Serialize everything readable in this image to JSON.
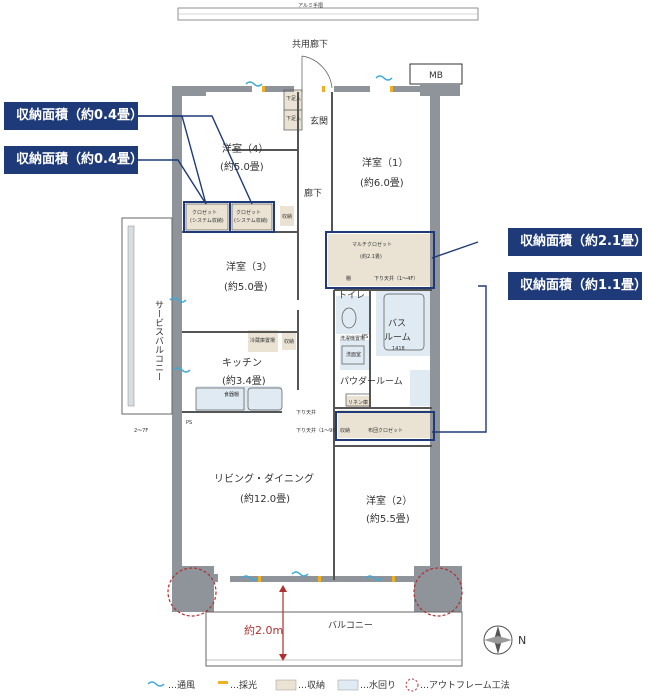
{
  "top": {
    "wall_label": "アルミ手摺",
    "corridor": "共用廊下",
    "mb": "MB"
  },
  "rooms": {
    "west4": {
      "name": "洋室（4）",
      "size": "(約5.0畳)"
    },
    "west1": {
      "name": "洋室（1）",
      "size": "(約6.0畳)"
    },
    "west3": {
      "name": "洋室（3）",
      "size": "(約5.0畳)"
    },
    "west2": {
      "name": "洋室（2）",
      "size": "(約5.5畳)"
    },
    "kitchen": {
      "name": "キッチン",
      "size": "(約3.4畳)"
    },
    "living": {
      "name": "リビング・ダイニング",
      "size": "(約12.0畳)"
    },
    "entrance": "玄関",
    "hall": "廊下",
    "toilet": "トイレ",
    "bath": {
      "name": "バス",
      "name2": "ルーム",
      "size": "1418"
    },
    "powder": "パウダールーム",
    "service_balcony": "サービスバルコニー",
    "balcony": "バルコニー"
  },
  "closets": {
    "c1": {
      "label": "クロゼット",
      "sub": "(システム収納)"
    },
    "c2": {
      "label": "クロゼット",
      "sub": "(システム収納)"
    },
    "multi": {
      "label": "マルチクロゼット",
      "sub": "(約2.1畳)",
      "shelf": "棚",
      "ceiling": "下り天井（1～4F）"
    },
    "futon": {
      "label": "布団クロゼット"
    },
    "storage": "収納",
    "shoes": "下足入",
    "linen": "リネン庫",
    "washer": "洗濯機置場",
    "fridge": "冷蔵庫置場",
    "cupboard": "食器棚",
    "sinks": "洗面室",
    "ps": "PS",
    "ceiling_drop": "下り天井",
    "ceiling_drop2": "下り天井（1～9F）",
    "dim": "2～7F"
  },
  "callouts": [
    {
      "text": "収納面積（約0.4畳）"
    },
    {
      "text": "収納面積（約0.4畳）"
    },
    {
      "text": "収納面積（約2.1畳）"
    },
    {
      "text": "収納面積（約1.1畳）"
    }
  ],
  "balcony_depth": "約2.0m",
  "compass": "N",
  "legend": {
    "wind": "…通風",
    "light": "…採光",
    "storage": "…収納",
    "water": "…水回り",
    "frame": "…アウトフレーム工法"
  },
  "colors": {
    "callout": "#1e3a78",
    "storage": "#eae3d3",
    "water": "#dfeaf2",
    "wall": "#8e949a",
    "wind": "#3fa9d8",
    "light": "#f0b020",
    "frame": "#b03030"
  }
}
